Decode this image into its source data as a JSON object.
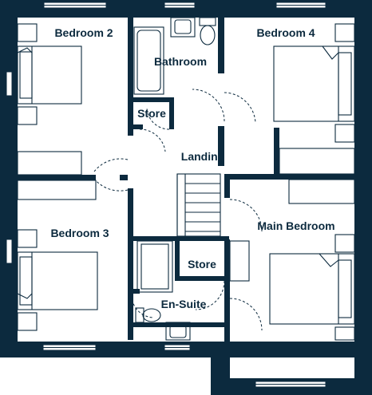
{
  "floor_plan": {
    "colors": {
      "wall": "#0c2a3e",
      "background": "#ffffff"
    },
    "rooms": {
      "bedroom_2": "Bedroom 2",
      "bathroom": "Bathroom",
      "bedroom_4": "Bedroom 4",
      "store_upper": "Store",
      "landing": "Landing",
      "bedroom_3": "Bedroom 3",
      "main_bedroom": "Main Bedroom",
      "store_lower": "Store",
      "en_suite": "En-Suite"
    }
  }
}
